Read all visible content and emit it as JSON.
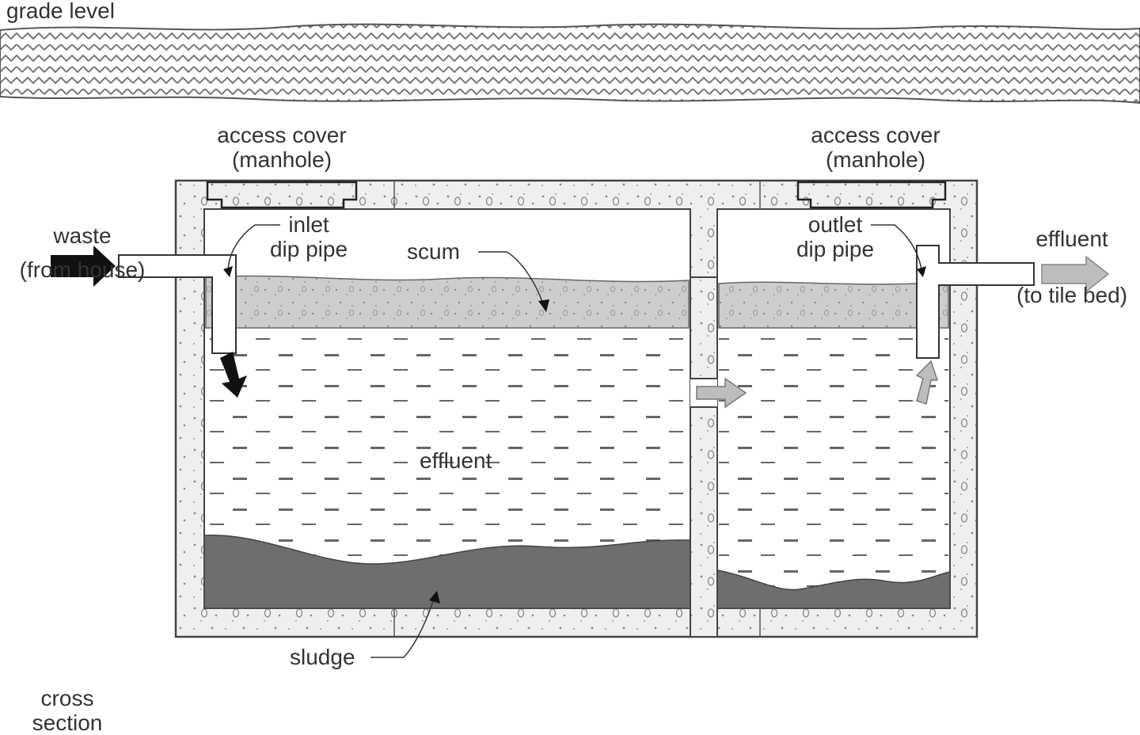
{
  "labels": {
    "grade_level": "grade level",
    "access_cover_left": {
      "line1": "access cover",
      "line2": "(manhole)"
    },
    "access_cover_right": {
      "line1": "access cover",
      "line2": "(manhole)"
    },
    "waste": {
      "line1": "waste",
      "line2": "(from house)"
    },
    "inlet_dip_pipe": {
      "line1": "inlet",
      "line2": "dip pipe"
    },
    "scum": "scum",
    "outlet_dip_pipe": {
      "line1": "outlet",
      "line2": "dip pipe"
    },
    "effluent_out": {
      "line1": "effluent",
      "line2": "(to tile bed)"
    },
    "effluent_tank": "effluent",
    "sludge": "sludge",
    "cross_section": {
      "line1": "cross",
      "line2": "section"
    }
  },
  "colors": {
    "concrete": "#ececec",
    "scum": "#cfcfcf",
    "sludge": "#6e6e6e",
    "soil": "#8a8a8a",
    "arrow_in": "#111111",
    "arrow_flow": "#bdbdbd"
  }
}
